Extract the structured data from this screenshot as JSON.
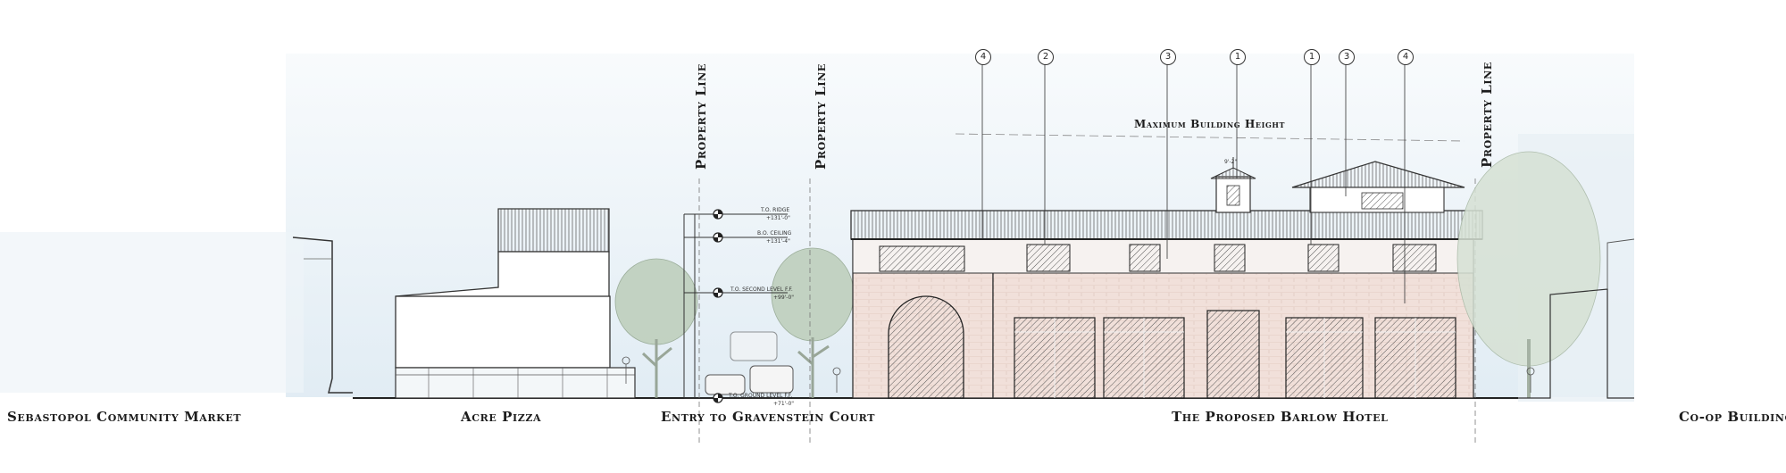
{
  "ground_labels": [
    "Sebastopol Community Market",
    "Acre Pizza",
    "Entry to Gravenstein Court",
    "The Proposed Barlow Hotel",
    "Co-op Building"
  ],
  "property_line_label": "Property Line",
  "max_height_label": "Maximum Building Height",
  "level_markers": [
    {
      "name": "T.O. RIDGE",
      "elev": "+131'-0\""
    },
    {
      "name": "B.O. CEILING",
      "elev": "+131'-4\""
    },
    {
      "name": "T.O. SECOND LEVEL F.F.",
      "elev": "+99'-0\""
    },
    {
      "name": "T.O. GROUND LEVEL F.F.",
      "elev": "+71'-0\""
    }
  ],
  "callouts": [
    "4",
    "2",
    "3",
    "1",
    "1",
    "3",
    "4"
  ],
  "cupola_note": "9'-2\"",
  "colors": {
    "sky": "#e4eef5",
    "wall_tint": "#efdcd6",
    "roof": "#8a8a8a",
    "ink": "#2a2a2a",
    "tree": "#a9bfa6"
  }
}
